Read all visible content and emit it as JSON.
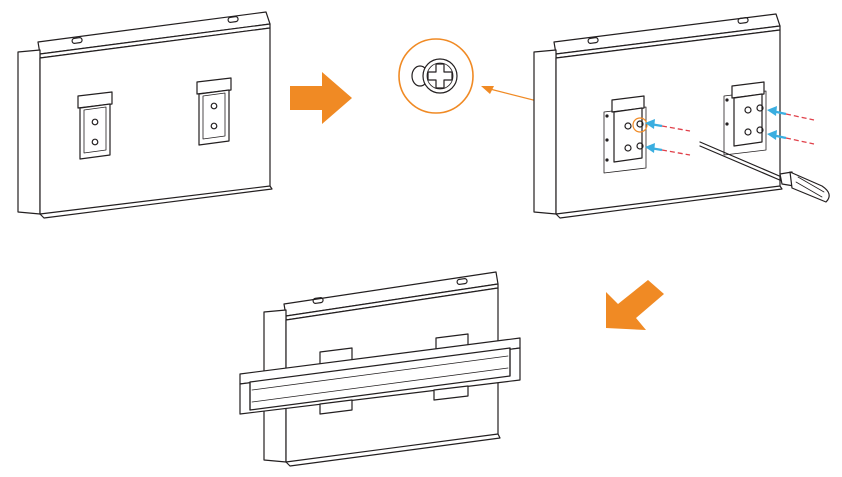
{
  "colors": {
    "line": "#231f20",
    "accent_orange": "#f08a24",
    "screw_blue": "#3aaee0",
    "screw_red": "#e0404a",
    "background": "#ffffff"
  },
  "steps": [
    {
      "name": "enclosure-with-din-clips",
      "icon": "enclosure-rear-view"
    },
    {
      "name": "fasten-screws",
      "icon": "screwdriver-icon"
    },
    {
      "name": "mount-on-din-rail",
      "icon": "din-rail"
    }
  ],
  "arrows": [
    {
      "name": "step-arrow-right",
      "direction": "right"
    },
    {
      "name": "step-arrow-down-left",
      "direction": "down-left"
    }
  ],
  "detail": {
    "icon": "phillips-screw-icon"
  }
}
